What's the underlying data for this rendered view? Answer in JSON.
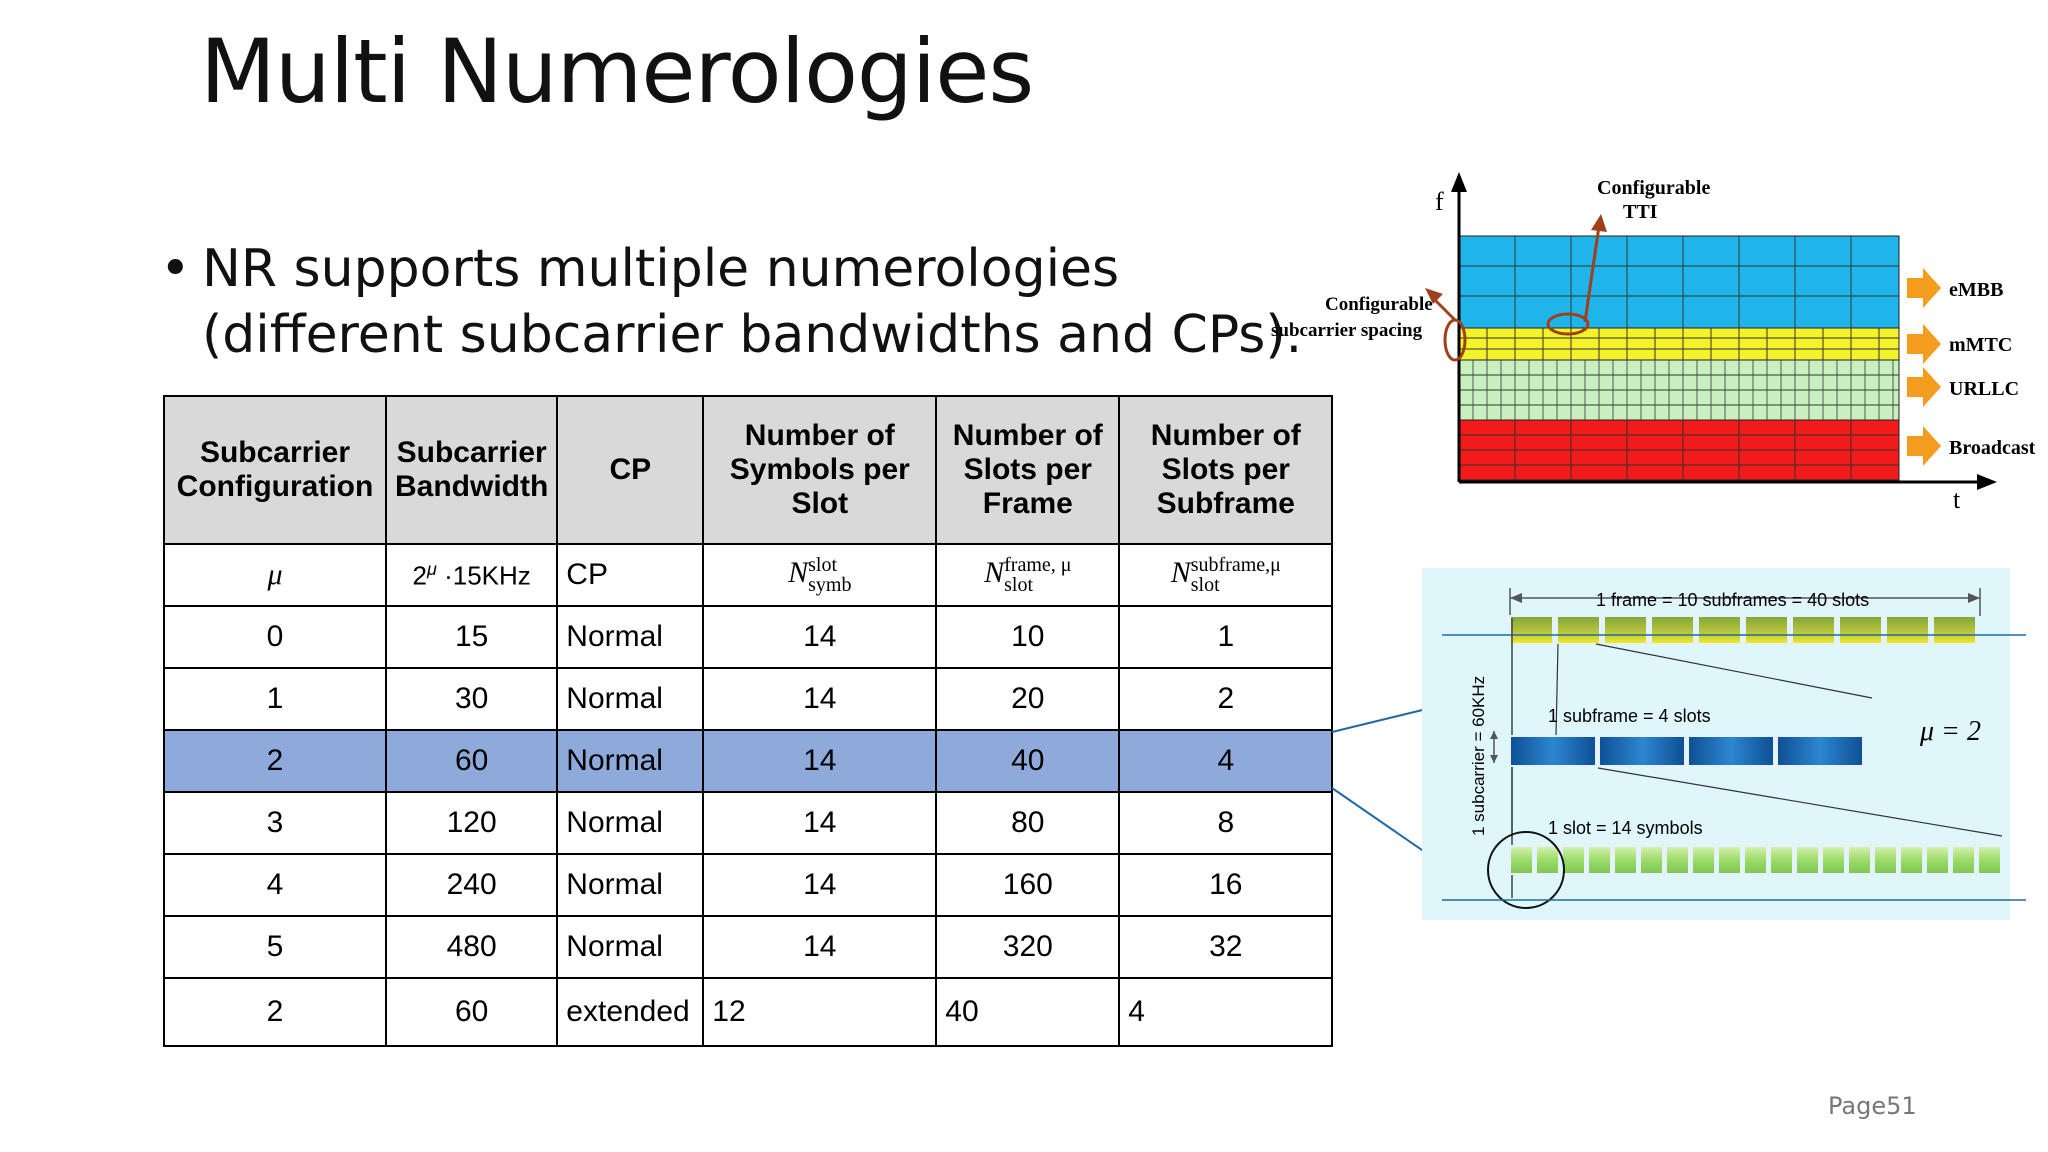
{
  "slide": {
    "title": "Multi Numerologies",
    "bullet": "NR supports multiple numerologies (different subcarrier bandwidths and CPs).",
    "page_number": "Page51"
  },
  "table": {
    "headers": [
      "Subcarrier Configuration",
      "Subcarrier Bandwidth",
      "CP",
      "Number of Symbols per Slot",
      "Number of Slots per Frame",
      "Number of Slots per Subframe"
    ],
    "symbols": {
      "mu": "μ",
      "bandwidth_formula": "2",
      "bandwidth_sup": "μ",
      "bandwidth_tail": " ·15KHz",
      "cp": "CP",
      "nsymb_base": "N",
      "nsymb_sup": "slot",
      "nsymb_sub": "symb",
      "nframe_base": "N",
      "nframe_sup": "frame, μ",
      "nframe_sub": "slot",
      "nsubframe_base": "N",
      "nsubframe_sup": "subframe,μ",
      "nsubframe_sub": "slot"
    },
    "rows": [
      [
        "0",
        "15",
        "Normal",
        "14",
        "10",
        "1"
      ],
      [
        "1",
        "30",
        "Normal",
        "14",
        "20",
        "2"
      ],
      [
        "2",
        "60",
        "Normal",
        "14",
        "40",
        "4"
      ],
      [
        "3",
        "120",
        "Normal",
        "14",
        "80",
        "8"
      ],
      [
        "4",
        "240",
        "Normal",
        "14",
        "160",
        "16"
      ],
      [
        "5",
        "480",
        "Normal",
        "14",
        "320",
        "32"
      ],
      [
        "2",
        "60",
        "extended",
        "12",
        "40",
        "4"
      ]
    ],
    "highlight_color": "#8eaadb"
  },
  "diagram_top": {
    "axis_f": "f",
    "axis_t": "t",
    "label_tti": "Configurable TTI",
    "label_tti_1": "Configurable",
    "label_tti_2": "TTI",
    "label_spacing_1": "Configurable",
    "label_spacing_2": "subcarrier spacing",
    "services": [
      "eMBB",
      "mMTC",
      "URLLC",
      "Broadcast"
    ],
    "colors": {
      "embb": "#1fb4ea",
      "mmtc": "#f4f22a",
      "urllc": "#c9f1c0",
      "broadcast": "#f21a1a",
      "arrow": "#f39c1e"
    }
  },
  "diagram_bottom": {
    "frame_label": "1 frame  = 10 subframes = 40 slots",
    "subframe_label": "1 subframe  = 4 slots",
    "slot_label": "1 slot  = 14 symbols",
    "subcarrier_label": "1 subcarrier  = 60KHz",
    "mu_label": "μ  = 2",
    "background": "#dff6fb"
  }
}
